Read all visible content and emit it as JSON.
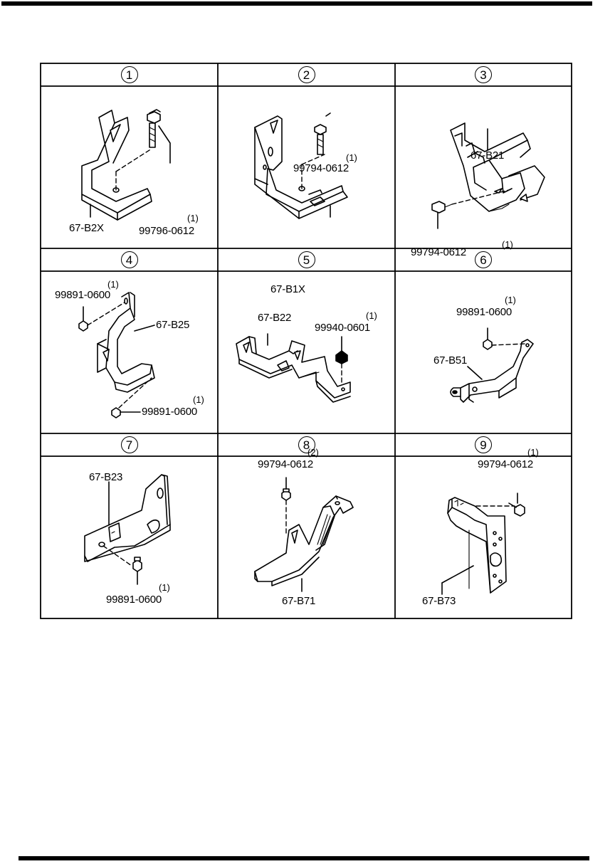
{
  "cells": [
    {
      "index": "1",
      "part": "67-B2X",
      "fastener": "99796-0612",
      "qty": "(1)"
    },
    {
      "index": "2",
      "part": "67-B1X",
      "fastener": "99794-0612",
      "qty": "(1)"
    },
    {
      "index": "3",
      "part": "67-B21",
      "fastener": "99794-0612",
      "qty": "(1)"
    },
    {
      "index": "4",
      "part": "67-B25",
      "fastener": "99891-0600",
      "qty": "(1)",
      "fastener2": "99891-0600",
      "qty2": "(1)"
    },
    {
      "index": "5",
      "part": "67-B22",
      "fastener": "99940-0601",
      "qty": "(1)"
    },
    {
      "index": "6",
      "part": "67-B51",
      "fastener": "99891-0600",
      "qty": "(1)"
    },
    {
      "index": "7",
      "part": "67-B23",
      "fastener": "99891-0600",
      "qty": "(1)"
    },
    {
      "index": "8",
      "part": "67-B71",
      "fastener": "99794-0612",
      "qty": "(2)"
    },
    {
      "index": "9",
      "part": "67-B73",
      "fastener": "99794-0612",
      "qty": "(1)"
    }
  ]
}
